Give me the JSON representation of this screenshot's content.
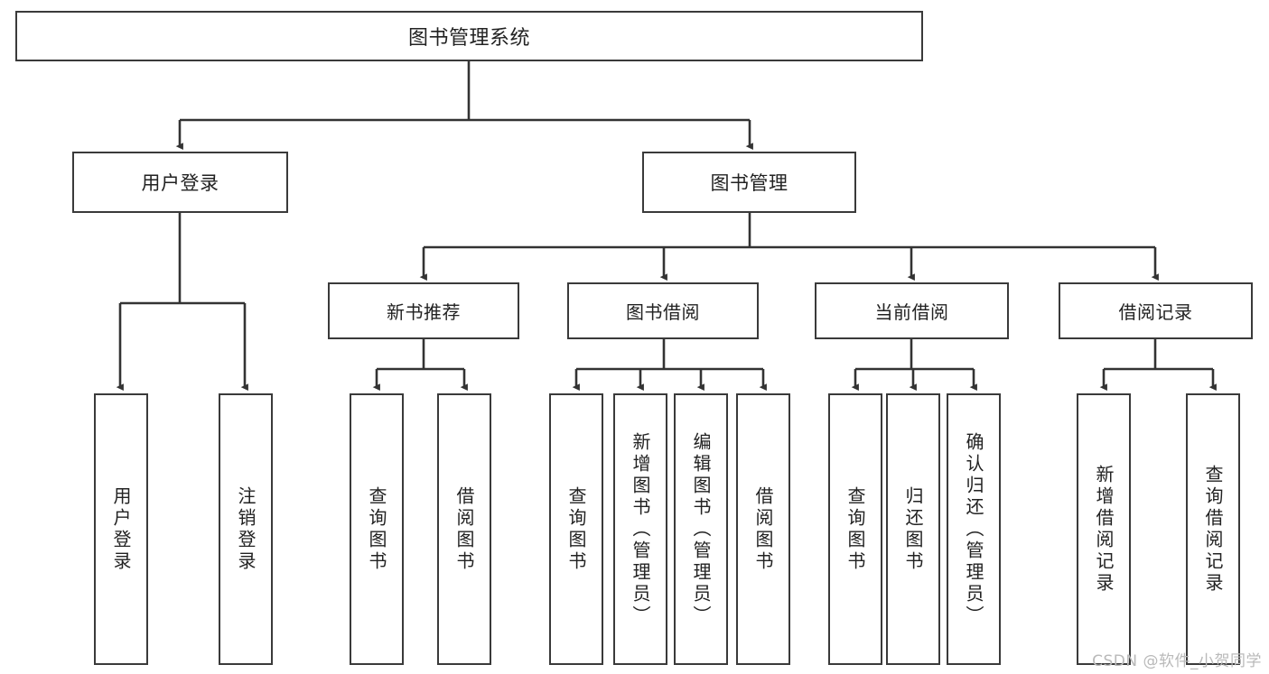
{
  "diagram": {
    "title": "图书管理系统",
    "type": "hierarchy-tree",
    "root": {
      "label": "图书管理系统"
    },
    "level2": [
      {
        "label": "用户登录"
      },
      {
        "label": "图书管理"
      }
    ],
    "level3": [
      {
        "label": "新书推荐"
      },
      {
        "label": "图书借阅"
      },
      {
        "label": "当前借阅"
      },
      {
        "label": "借阅记录"
      }
    ],
    "leaves": {
      "user_login": [
        {
          "label": "用户登录"
        },
        {
          "label": "注销登录"
        }
      ],
      "new_book_recommend": [
        {
          "label": "查询图书"
        },
        {
          "label": "借阅图书"
        }
      ],
      "book_borrow": [
        {
          "label": "查询图书"
        },
        {
          "label": "新增图书（管理员）"
        },
        {
          "label": "编辑图书（管理员）"
        },
        {
          "label": "借阅图书"
        }
      ],
      "current_borrow": [
        {
          "label": "查询图书"
        },
        {
          "label": "归还图书"
        },
        {
          "label": "确认归还（管理员）"
        }
      ],
      "borrow_record": [
        {
          "label": "新增借阅记录"
        },
        {
          "label": "查询借阅记录"
        }
      ]
    },
    "colors": {
      "stroke": "#3a3a3a",
      "fill": "#ffffff",
      "text": "#222222",
      "watermark": "#b9b9b9"
    }
  },
  "watermark": {
    "text": "CSDN @软件_小贺同学"
  }
}
